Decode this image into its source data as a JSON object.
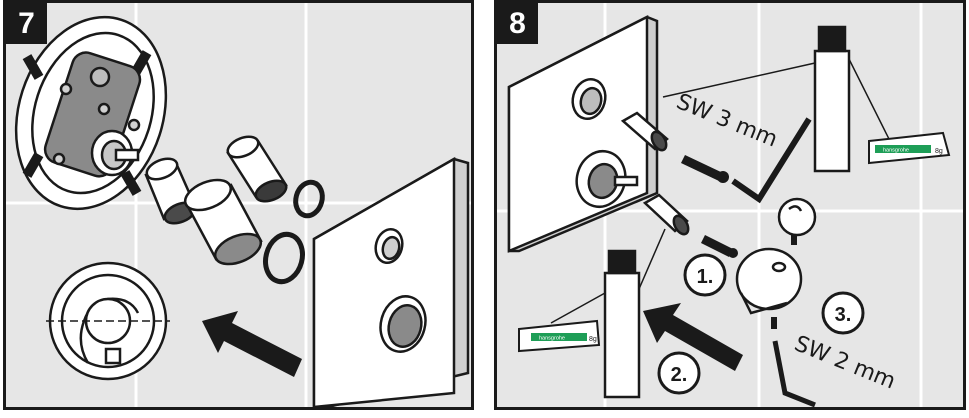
{
  "steps": [
    {
      "number": "7"
    },
    {
      "number": "8",
      "wrench_label_large": "SW 3 mm",
      "wrench_label_small": "SW 2 mm",
      "substeps": [
        "1.",
        "2.",
        "3."
      ],
      "grease_brand": "hansgrohe",
      "grease_size": "8g"
    }
  ],
  "colors": {
    "frame": "#1a1a1a",
    "tile": "#e6e6e6",
    "grout": "#ffffff",
    "metal_dark": "#6e6e6e",
    "grease_band": "#1e9e57"
  }
}
